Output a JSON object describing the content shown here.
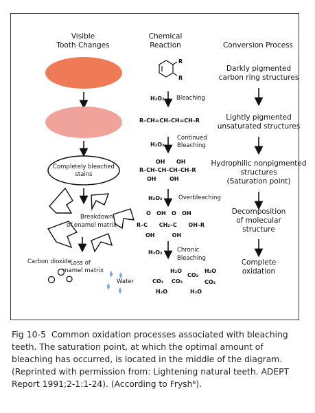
{
  "columns": {
    "visible": [
      "Visible",
      "Tooth Changes"
    ],
    "chemical": [
      "Chemical",
      "Reaction"
    ],
    "conversion": [
      "Conversion Process"
    ]
  },
  "visible": {
    "completely_bleached": [
      "Completely bleached",
      "stains"
    ],
    "breakdown": [
      "Breakdown",
      "of enamel matrix"
    ],
    "carbon_dioxide": "Carbon dioxide",
    "loss": [
      "Loss of",
      "enamel matrix"
    ],
    "water": "Water"
  },
  "chemical": {
    "ring_r1": "R",
    "ring_r2": "R",
    "h2o2": "H₂O₂",
    "bleaching": "Bleaching",
    "chain": "R–CH=CH–CH=CH–R",
    "continued": [
      "Continued",
      "Bleaching"
    ],
    "oh_top": [
      "OH",
      "OH"
    ],
    "hydroxy": "R–CH–CH–CH–CH–R",
    "oh_bottom": [
      "OH",
      "OH"
    ],
    "overbleaching": "Overbleaching",
    "acid_o_top": "O   OH   O   OH",
    "acid_mid": "R–C      CH₂–C      OH–R",
    "acid_oh": "OH         OH",
    "chronic": [
      "Chronic",
      "Bleaching"
    ],
    "products": [
      {
        "t": "H₂O"
      },
      {
        "t": "CO₂"
      },
      {
        "t": "H₂O"
      },
      {
        "t": "CO₂"
      },
      {
        "t": "CO₂"
      },
      {
        "t": "CO₂"
      },
      {
        "t": "H₂O"
      },
      {
        "t": "H₂O"
      }
    ]
  },
  "conversion": {
    "darkly": [
      "Darkly pigmented",
      "carbon ring structures"
    ],
    "lightly": [
      "Lightly pigmented",
      "unsaturated structures"
    ],
    "hydrophilic": [
      "Hydrophilic nonpigmented",
      "structures",
      "(Saturation point)"
    ],
    "decomposition": [
      "Decomposition",
      "of molecular",
      "structure"
    ],
    "complete": [
      "Complete",
      "oxidation"
    ]
  },
  "colors": {
    "dark_stain": "#ee7a56",
    "light_stain": "#f0a39a",
    "water_drop": "#7aaee0"
  },
  "caption": {
    "figno": "Fig 10-5",
    "text": "Common oxidation processes associated with bleaching teeth. The saturation point, at which the optimal amount of bleaching has occurred, is located in the middle of the diagram. (Reprinted with permission from: Lightening natural teeth. ADEPT Report 1991;2-1:1-24). (According to Frysh⁶)."
  }
}
